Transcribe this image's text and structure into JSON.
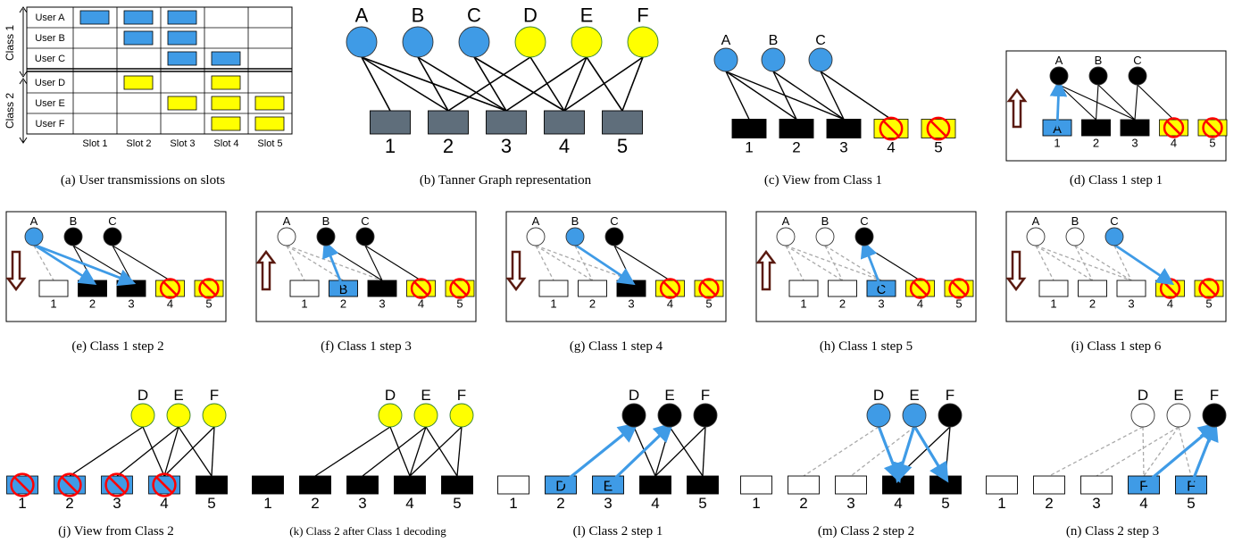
{
  "colors": {
    "blue": "#3f9be6",
    "yellow": "#ffff00",
    "gray": "#5f6e7b",
    "black": "#000000",
    "white": "#ffffff",
    "red": "#ff0000",
    "arrow_dark": "#5a1a10",
    "dash": "#aaaaaa",
    "grid": "#000000"
  },
  "panel_a": {
    "class_labels": [
      "Class 1",
      "Class 2"
    ],
    "users": [
      "User A",
      "User B",
      "User C",
      "User D",
      "User E",
      "User F"
    ],
    "slots": [
      "Slot 1",
      "Slot 2",
      "Slot 3",
      "Slot 4",
      "Slot 5"
    ],
    "transmissions": [
      [
        1,
        1,
        1,
        0,
        0
      ],
      [
        0,
        1,
        1,
        0,
        0
      ],
      [
        0,
        0,
        1,
        1,
        0
      ],
      [
        0,
        1,
        0,
        1,
        0
      ],
      [
        0,
        0,
        1,
        1,
        1
      ],
      [
        0,
        0,
        0,
        1,
        1
      ]
    ],
    "caption": "(a) User transmissions on slots"
  },
  "graph": {
    "users": [
      "A",
      "B",
      "C",
      "D",
      "E",
      "F"
    ],
    "slots": [
      "1",
      "2",
      "3",
      "4",
      "5"
    ],
    "edges": [
      [
        "A",
        "1"
      ],
      [
        "A",
        "2"
      ],
      [
        "A",
        "3"
      ],
      [
        "B",
        "2"
      ],
      [
        "B",
        "3"
      ],
      [
        "C",
        "3"
      ],
      [
        "C",
        "4"
      ],
      [
        "D",
        "2"
      ],
      [
        "D",
        "4"
      ],
      [
        "E",
        "3"
      ],
      [
        "E",
        "4"
      ],
      [
        "E",
        "5"
      ],
      [
        "F",
        "4"
      ],
      [
        "F",
        "5"
      ]
    ]
  },
  "captions": {
    "b": "(b) Tanner Graph representation",
    "c": "(c) View from Class 1",
    "d": "(d) Class 1 step 1",
    "e": "(e) Class 1 step 2",
    "f": "(f) Class 1 step 3",
    "g": "(g) Class 1 step 4",
    "h": "(h) Class 1 step 5",
    "i": "(i) Class 1 step 6",
    "j": "(j) View from Class 2",
    "k": "(k) Class 2 after Class 1 decoding",
    "l": "(l) Class 2 step 1",
    "m": "(m) Class 2 step 2",
    "n": "(n) Class 2 step 3"
  },
  "slot_box_labels": {
    "d": "A",
    "f": "B",
    "h": "C",
    "l": [
      "D",
      "E"
    ],
    "n": [
      "F",
      "F"
    ]
  }
}
